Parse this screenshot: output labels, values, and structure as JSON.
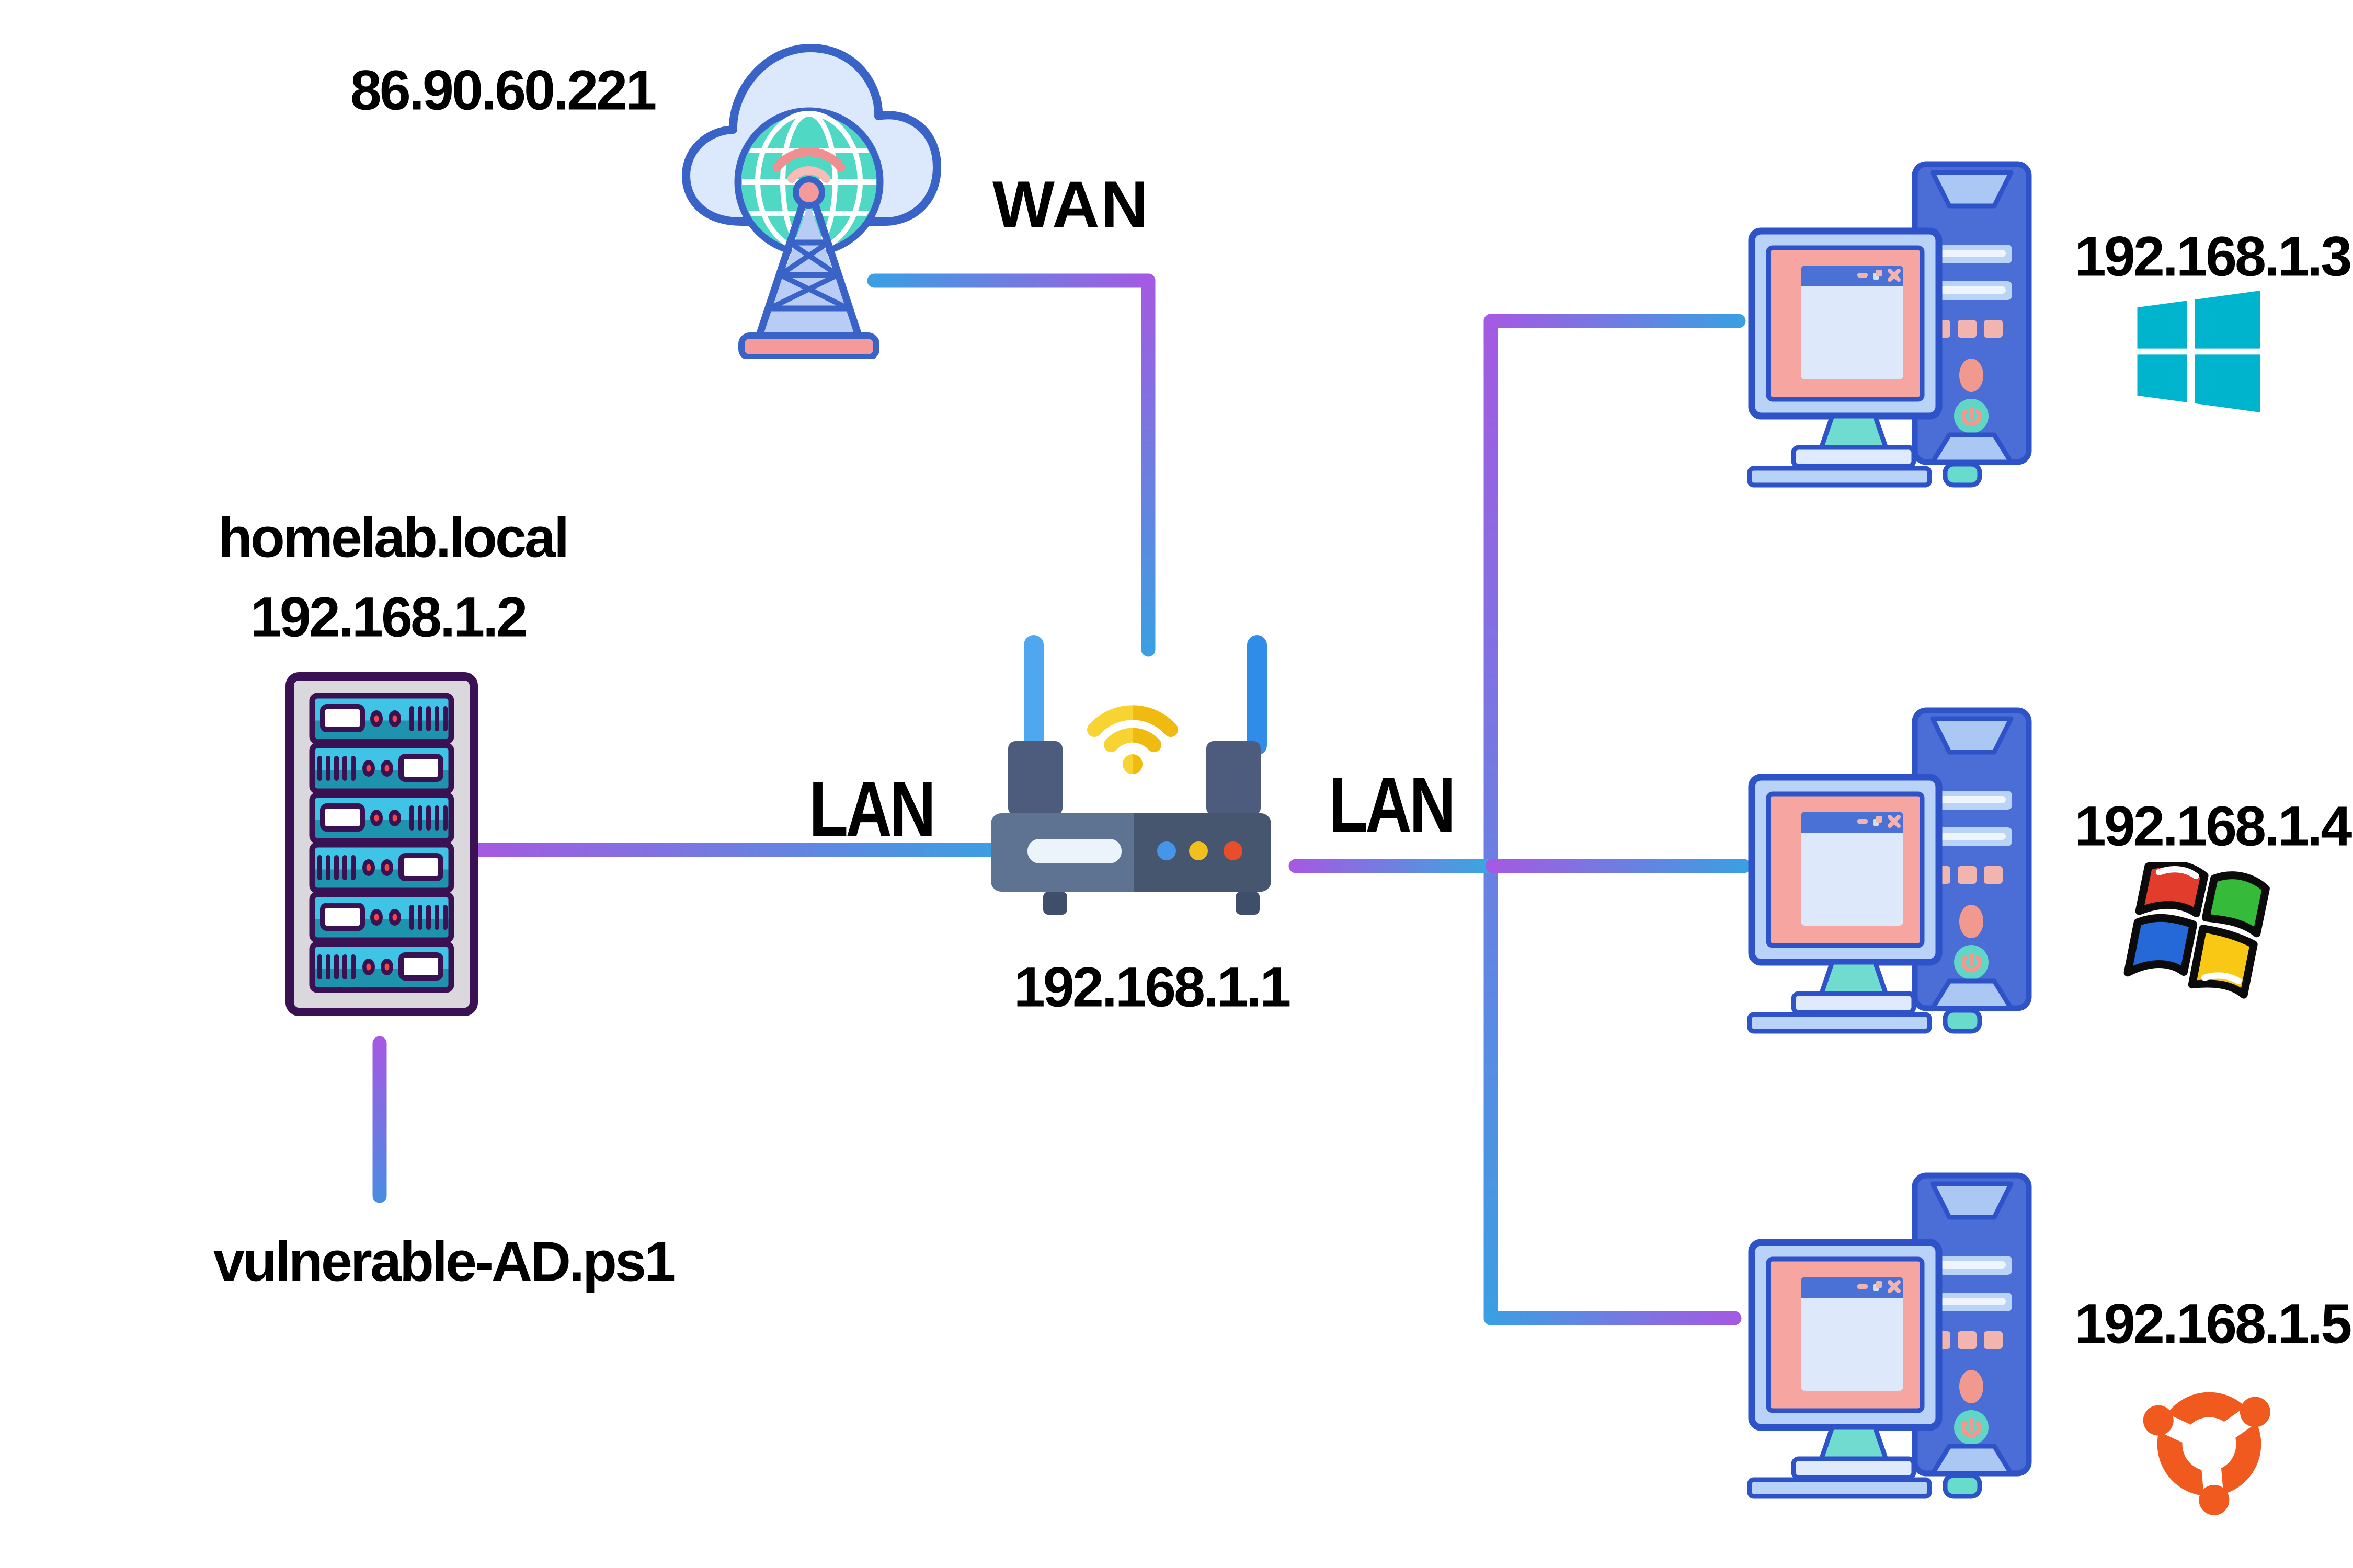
{
  "wan": {
    "ip": "86.90.60.221",
    "label": "WAN"
  },
  "lan": {
    "left_label": "LAN",
    "right_label": "LAN"
  },
  "internet": {
    "icon": "cloud-radio-tower-icon"
  },
  "router": {
    "ip": "192.168.1.1",
    "icon": "wifi-router-icon"
  },
  "server": {
    "hostname": "homelab.local",
    "ip": "192.168.1.2",
    "script": "vulnerable-AD.ps1",
    "icon": "server-rack-icon"
  },
  "clients": [
    {
      "ip": "192.168.1.3",
      "os_icon": "windows-10-logo"
    },
    {
      "ip": "192.168.1.4",
      "os_icon": "windows-classic-logo"
    },
    {
      "ip": "192.168.1.5",
      "os_icon": "ubuntu-logo"
    }
  ],
  "connections": [
    {
      "from": "internet-cloud",
      "to": "router",
      "label": "WAN"
    },
    {
      "from": "server-rack",
      "to": "router",
      "label": "LAN"
    },
    {
      "from": "router",
      "to": "client-trunk",
      "label": "LAN"
    },
    {
      "from": "client-trunk",
      "to": "client-192.168.1.3"
    },
    {
      "from": "client-trunk",
      "to": "client-192.168.1.4"
    },
    {
      "from": "client-trunk",
      "to": "client-192.168.1.5"
    },
    {
      "from": "server-rack",
      "to": "vulnerable-AD.ps1"
    }
  ],
  "colors": {
    "line_purple": "#a45ae2",
    "line_blue": "#3b9fe2",
    "windows10_teal": "#00b4cd",
    "ubuntu_orange": "#f05a1e",
    "classic_red": "#e23d2c",
    "classic_green": "#35ba3a",
    "classic_blue": "#2569d8",
    "classic_yellow": "#f8c815",
    "label_text": "#000000"
  }
}
